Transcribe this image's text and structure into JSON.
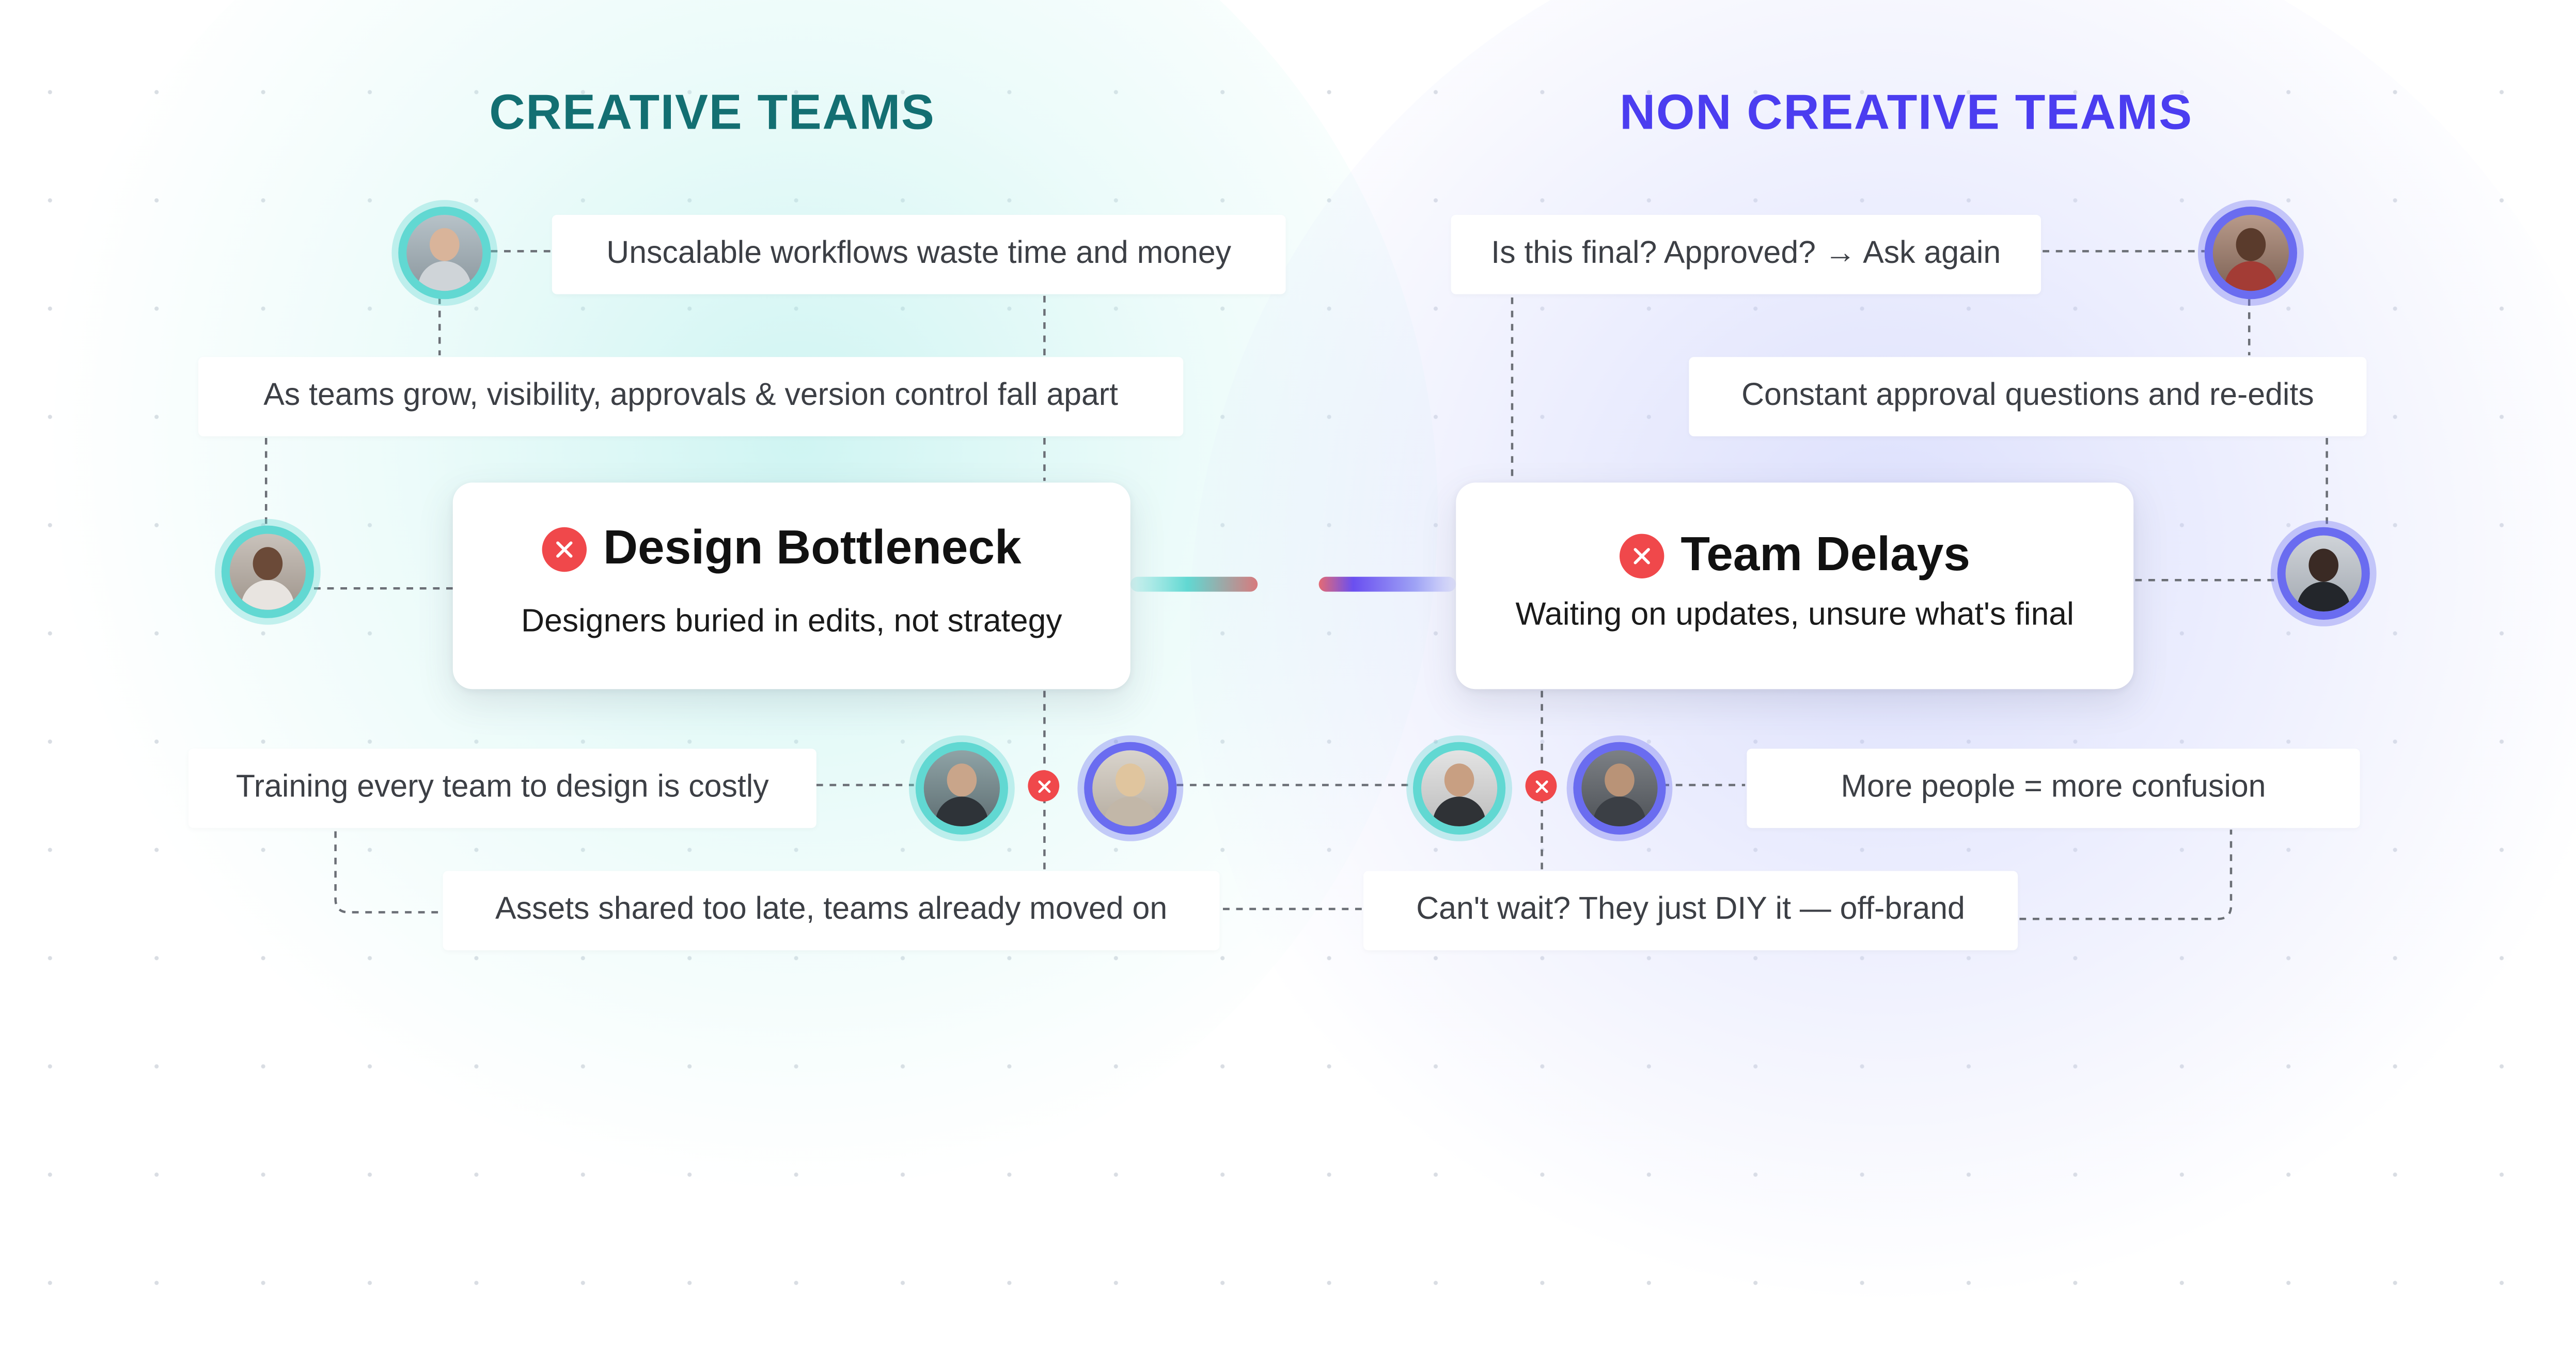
{
  "headings": {
    "creative": "CREATIVE TEAMS",
    "non_creative": "NON CREATIVE TEAMS"
  },
  "colors": {
    "creative_accent": "#136f72",
    "non_creative_accent": "#4b3df0",
    "error_red": "#f0484b",
    "teal_ring": "#61d8d2",
    "blue_ring": "#6a6cf0"
  },
  "creative": {
    "card": {
      "title": "Design Bottleneck",
      "subtitle": "Designers buried in edits, not strategy",
      "icon": "x-circle-icon"
    },
    "chips": {
      "unscalable": "Unscalable workflows waste time and money",
      "teams_grow": "As teams grow, visibility, approvals & version control fall apart",
      "training": "Training every team to design is costly",
      "assets_late": "Assets shared too late, teams already moved on"
    }
  },
  "non_creative": {
    "card": {
      "title": "Team Delays",
      "subtitle": "Waiting on updates, unsure what's final",
      "icon": "x-circle-icon"
    },
    "chips": {
      "is_final": "Is this final? Approved? → Ask again",
      "constant": "Constant approval questions and re-edits",
      "more_people": "More people = more confusion",
      "cant_wait": "Can't wait? They just DIY it — off-brand"
    }
  },
  "avatars": [
    {
      "id": "frustrated-woman",
      "ring": "teal"
    },
    {
      "id": "stressed-woman",
      "ring": "teal"
    },
    {
      "id": "man-with-beard",
      "ring": "teal"
    },
    {
      "id": "blonde-woman",
      "ring": "blue"
    },
    {
      "id": "phone-man",
      "ring": "blue"
    },
    {
      "id": "headset-woman",
      "ring": "blue"
    },
    {
      "id": "glasses-man",
      "ring": "teal"
    },
    {
      "id": "tired-man",
      "ring": "blue"
    }
  ]
}
